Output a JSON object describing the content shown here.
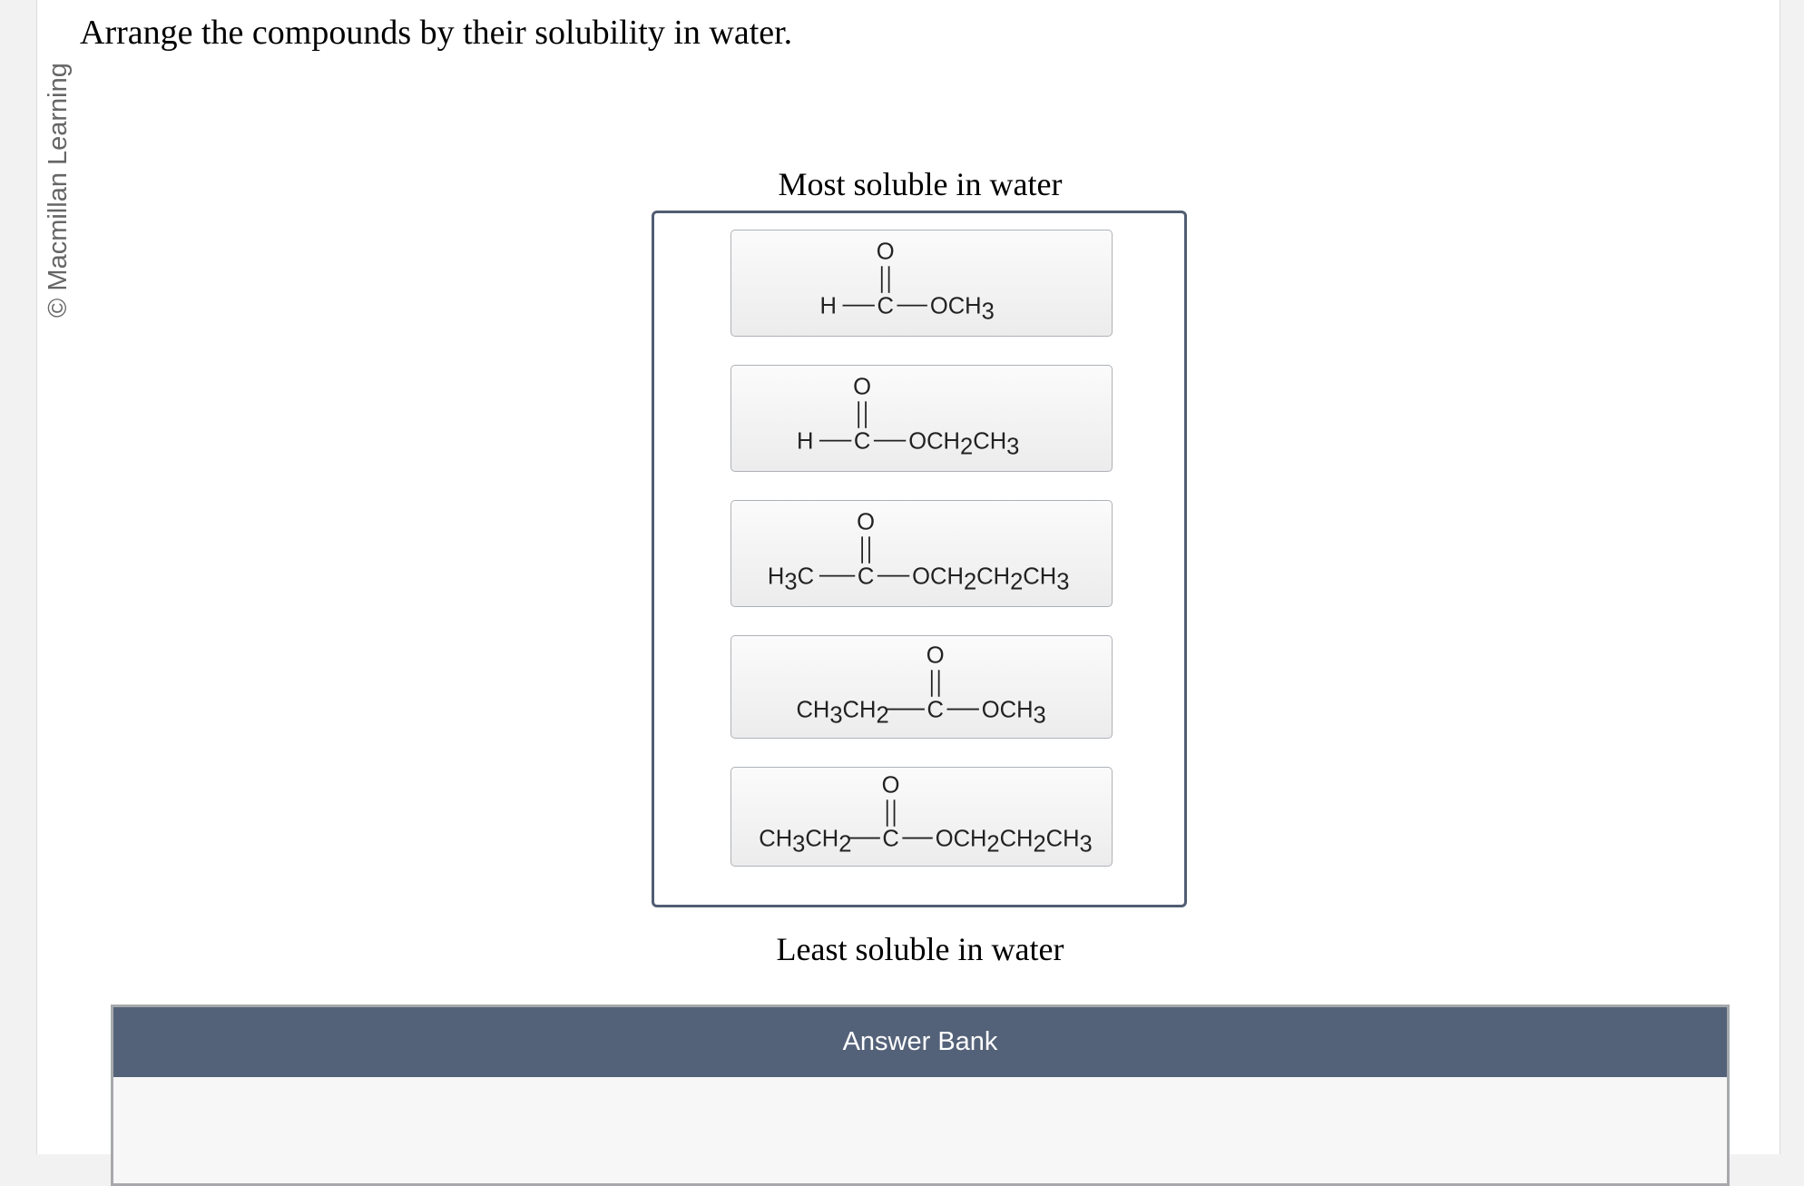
{
  "copyright": "© Macmillan Learning",
  "question": "Arrange the compounds by their solubility in water.",
  "ranking": {
    "top_label": "Most soluble in water",
    "bottom_label": "Least soluble in water",
    "items": [
      {
        "left": "H",
        "carbonyl_o": "O",
        "carbonyl_c": "C",
        "right_parts": [
          "OCH",
          "3"
        ]
      },
      {
        "left": "H",
        "carbonyl_o": "O",
        "carbonyl_c": "C",
        "right_parts": [
          "OCH",
          "2",
          "CH",
          "3"
        ]
      },
      {
        "left_parts": [
          "H",
          "3",
          "C"
        ],
        "carbonyl_o": "O",
        "carbonyl_c": "C",
        "right_parts": [
          "OCH",
          "2",
          "CH",
          "2",
          "CH",
          "3"
        ]
      },
      {
        "left_parts": [
          "CH",
          "3",
          "CH",
          "2"
        ],
        "carbonyl_o": "O",
        "carbonyl_c": "C",
        "right_parts": [
          "OCH",
          "3"
        ]
      },
      {
        "left_parts": [
          "CH",
          "3",
          "CH",
          "2"
        ],
        "carbonyl_o": "O",
        "carbonyl_c": "C",
        "right_parts": [
          "OCH",
          "2",
          "CH",
          "2",
          "CH",
          "3"
        ]
      }
    ]
  },
  "answer_bank": {
    "title": "Answer Bank"
  }
}
